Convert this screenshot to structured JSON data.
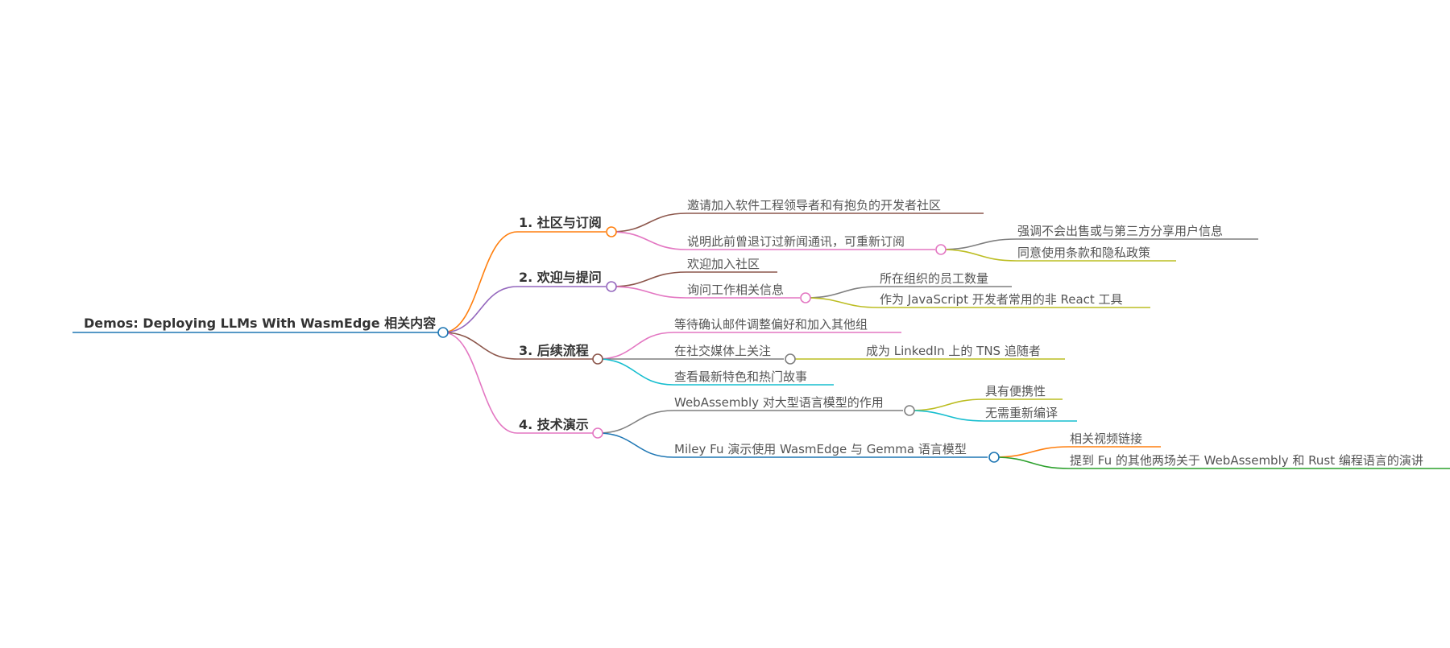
{
  "root": {
    "label": "Demos: Deploying LLMs With WasmEdge 相关内容",
    "color": "#1f77b4"
  },
  "sections": [
    {
      "label": "1. 社区与订阅",
      "color": "#ff7f0e",
      "children": [
        {
          "label": "邀请加入软件工程领导者和有抱负的开发者社区",
          "color": "#8c564b"
        },
        {
          "label": "说明此前曾退订过新闻通讯，可重新订阅",
          "color": "#e377c2",
          "children": [
            {
              "label": "强调不会出售或与第三方分享用户信息",
              "color": "#7f7f7f"
            },
            {
              "label": "同意使用条款和隐私政策",
              "color": "#bcbd22"
            }
          ]
        }
      ]
    },
    {
      "label": "2. 欢迎与提问",
      "color": "#9467bd",
      "children": [
        {
          "label": "欢迎加入社区",
          "color": "#8c564b"
        },
        {
          "label": "询问工作相关信息",
          "color": "#e377c2",
          "children": [
            {
              "label": "所在组织的员工数量",
              "color": "#7f7f7f"
            },
            {
              "label": "作为 JavaScript 开发者常用的非 React 工具",
              "color": "#bcbd22"
            }
          ]
        }
      ]
    },
    {
      "label": "3. 后续流程",
      "color": "#8c564b",
      "children": [
        {
          "label": "等待确认邮件调整偏好和加入其他组",
          "color": "#e377c2"
        },
        {
          "label": "在社交媒体上关注",
          "color": "#7f7f7f",
          "children": [
            {
              "label": "成为 LinkedIn 上的 TNS 追随者",
              "color": "#bcbd22"
            }
          ]
        },
        {
          "label": "查看最新特色和热门故事",
          "color": "#17becf"
        }
      ]
    },
    {
      "label": "4. 技术演示",
      "color": "#e377c2",
      "children": [
        {
          "label": "WebAssembly 对大型语言模型的作用",
          "color": "#7f7f7f",
          "children": [
            {
              "label": "具有便携性",
              "color": "#bcbd22"
            },
            {
              "label": "无需重新编译",
              "color": "#17becf"
            }
          ]
        },
        {
          "label": "Miley Fu 演示使用 WasmEdge 与 Gemma 语言模型",
          "color": "#1f77b4",
          "children": [
            {
              "label": "相关视频链接",
              "color": "#ff7f0e"
            },
            {
              "label": "提到 Fu 的其他两场关于 WebAssembly 和 Rust 编程语言的演讲",
              "color": "#2ca02c"
            }
          ]
        }
      ]
    }
  ]
}
